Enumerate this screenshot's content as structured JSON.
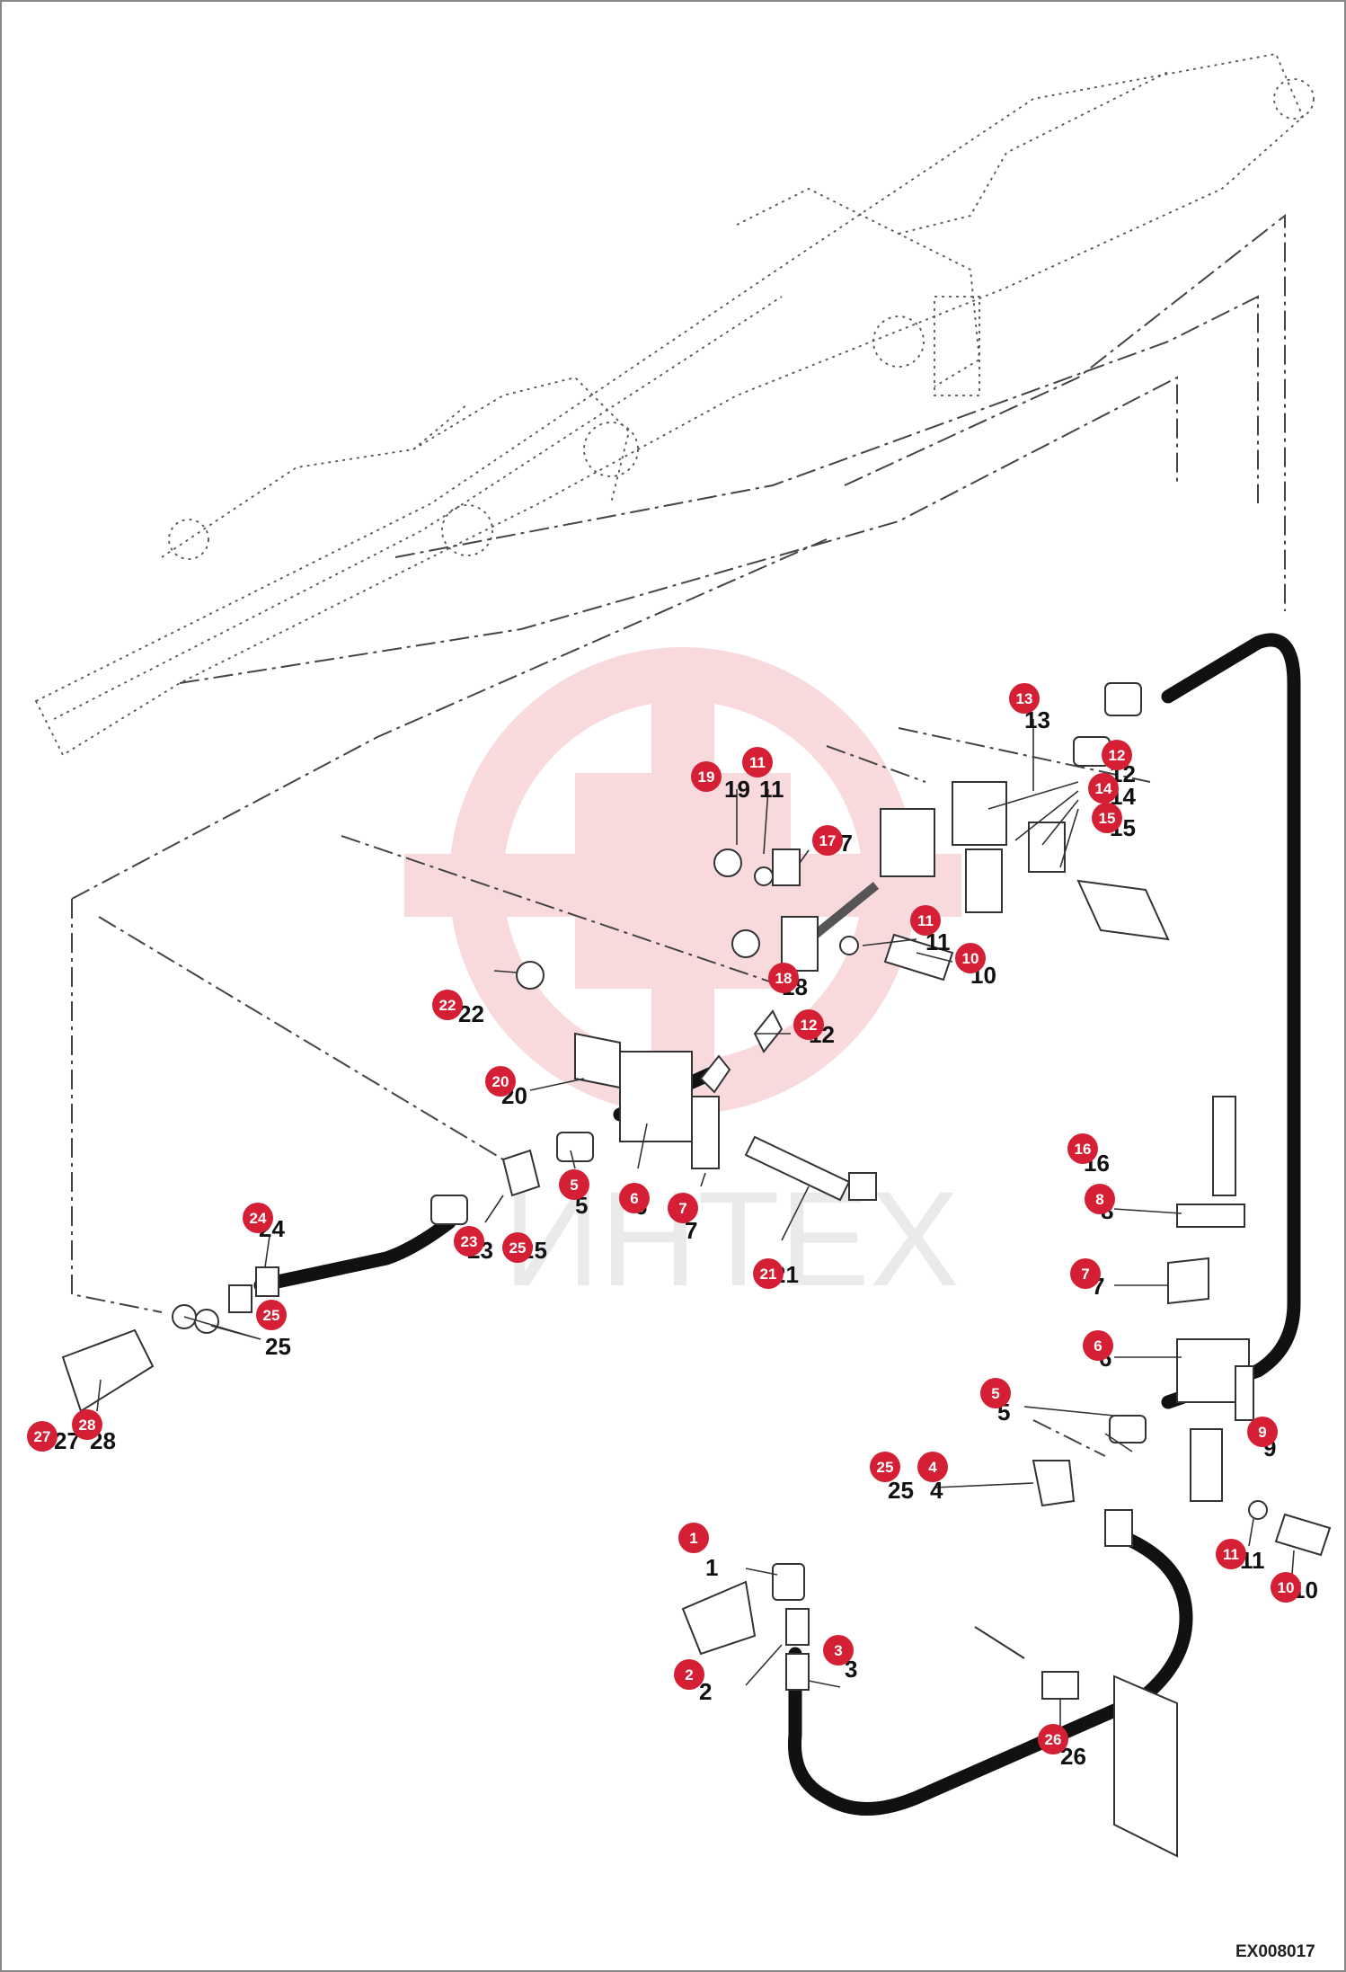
{
  "drawing": {
    "code": "EX008017"
  },
  "watermark": {
    "text": "ИНТЕХ"
  },
  "colors": {
    "bubble": "#d51f35",
    "hose": "#111111",
    "lines": "#333333"
  },
  "callouts": [
    {
      "number": "13",
      "label": "13"
    },
    {
      "number": "12",
      "label": "12"
    },
    {
      "number": "14",
      "label": "14"
    },
    {
      "number": "15",
      "label": "15"
    },
    {
      "number": "19",
      "label": "19"
    },
    {
      "number": "11",
      "label": "11"
    },
    {
      "number": "17",
      "label": "17"
    },
    {
      "number": "11",
      "label": "11"
    },
    {
      "number": "10",
      "label": "10"
    },
    {
      "number": "18",
      "label": "18"
    },
    {
      "number": "22",
      "label": "22"
    },
    {
      "number": "12",
      "label": "12"
    },
    {
      "number": "20",
      "label": "20"
    },
    {
      "number": "5",
      "label": "5"
    },
    {
      "number": "6",
      "label": "6"
    },
    {
      "number": "7",
      "label": "7"
    },
    {
      "number": "21",
      "label": "21"
    },
    {
      "number": "24",
      "label": "24"
    },
    {
      "number": "23",
      "label": "23"
    },
    {
      "number": "25",
      "label": "25"
    },
    {
      "number": "25",
      "label": "25"
    },
    {
      "number": "27",
      "label": "27"
    },
    {
      "number": "28",
      "label": "28"
    },
    {
      "number": "16",
      "label": "16"
    },
    {
      "number": "8",
      "label": "8"
    },
    {
      "number": "7",
      "label": "7"
    },
    {
      "number": "6",
      "label": "6"
    },
    {
      "number": "5",
      "label": "5"
    },
    {
      "number": "9",
      "label": "9"
    },
    {
      "number": "25",
      "label": "25"
    },
    {
      "number": "4",
      "label": "4"
    },
    {
      "number": "11",
      "label": "11"
    },
    {
      "number": "10",
      "label": "10"
    },
    {
      "number": "1",
      "label": "1"
    },
    {
      "number": "2",
      "label": "2"
    },
    {
      "number": "3",
      "label": "3"
    },
    {
      "number": "26",
      "label": "26"
    }
  ]
}
